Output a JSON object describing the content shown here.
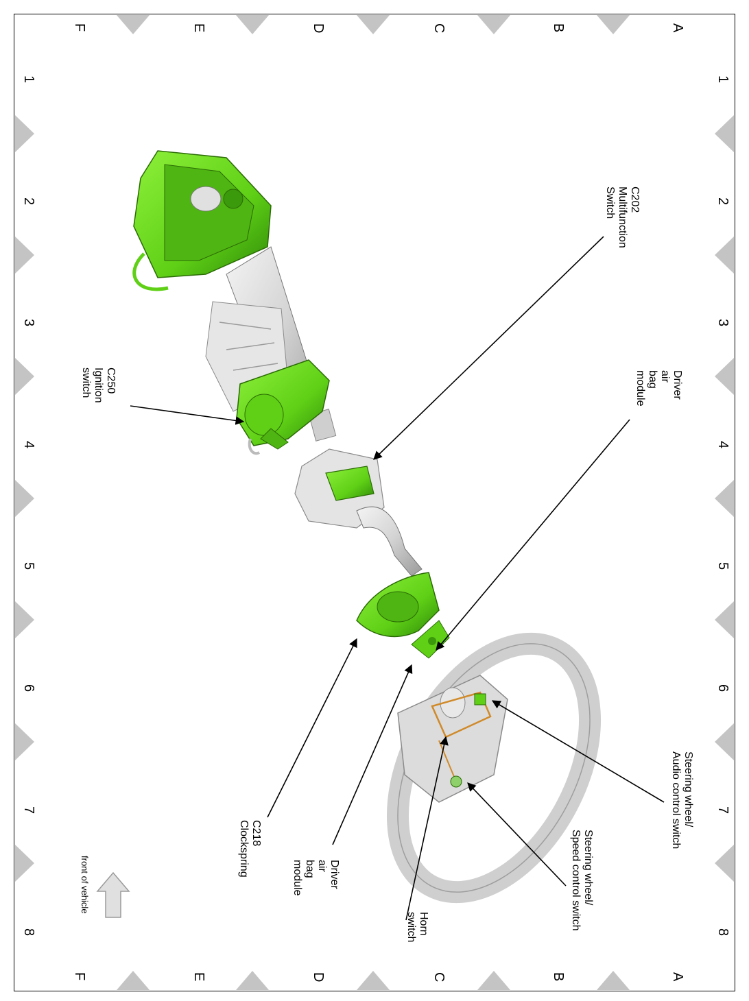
{
  "grid": {
    "rows": [
      "A",
      "B",
      "C",
      "D",
      "E",
      "F"
    ],
    "columns": [
      "1",
      "2",
      "3",
      "4",
      "5",
      "6",
      "7",
      "8"
    ]
  },
  "callouts": {
    "c202": {
      "lines": [
        "C202",
        "Multifunction",
        "Switch"
      ]
    },
    "driver_airbag_top": {
      "lines": [
        "Driver",
        "air",
        "bag",
        "module"
      ]
    },
    "c250": {
      "lines": [
        "C250",
        "Ignition",
        "switch"
      ]
    },
    "audio_switch": {
      "lines": [
        "Steering wheel/",
        "Audio control switch"
      ]
    },
    "speed_switch": {
      "lines": [
        "Steering wheel/",
        "Speed control switch"
      ]
    },
    "horn_switch": {
      "lines": [
        "Horn",
        "switch"
      ]
    },
    "driver_airbag_bottom": {
      "lines": [
        "Driver",
        "air",
        "bag",
        "module"
      ]
    },
    "c218": {
      "lines": [
        "C218",
        "Clockspring"
      ]
    },
    "front_of_vehicle": {
      "text": "front of vehicle"
    }
  },
  "colors": {
    "component_green": "#5fd016",
    "component_dark_green": "#2f8a08",
    "housing_gray": "#d8d8d8",
    "wheel_gray": "#c9c9c9",
    "harness_orange": "#d08a2a",
    "grid_marker": "#c4c4c4"
  }
}
